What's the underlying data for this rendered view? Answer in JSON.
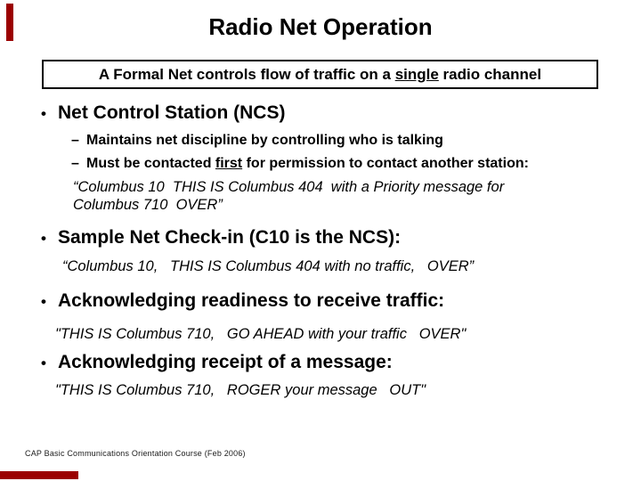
{
  "title": "Radio Net Operation",
  "banner": {
    "text_prefix": "A Formal Net controls flow of traffic on a ",
    "text_underlined": "single",
    "text_suffix": " radio channel"
  },
  "glyphs": {
    "bullet": "•",
    "dash": "–"
  },
  "sections": {
    "ncs": {
      "heading": "Net Control Station (NCS)",
      "sub1": "Maintains net discipline by controlling who is talking",
      "sub2_prefix": "Must be contacted ",
      "sub2_underlined": "first",
      "sub2_suffix": " for permission to contact another station:",
      "quote_line1": "“Columbus 10  THIS IS Columbus 404  with a Priority message for",
      "quote_line2": "Columbus 710  OVER”"
    },
    "checkin": {
      "heading": "Sample Net Check-in (C10 is the NCS):",
      "quote": "“Columbus 10,   THIS IS Columbus 404 with no traffic,   OVER”"
    },
    "readiness": {
      "heading": "Acknowledging readiness to receive traffic:",
      "quote": "\"THIS IS Columbus 710,   GO AHEAD with your traffic   OVER\""
    },
    "receipt": {
      "heading": "Acknowledging receipt of a message:",
      "quote": "\"THIS IS Columbus 710,   ROGER your message   OUT\""
    }
  },
  "footer": "CAP Basic Communications Orientation Course (Feb 2006)",
  "colors": {
    "accent_red": "#9B0000",
    "text": "#000000",
    "background": "#FFFFFF"
  }
}
